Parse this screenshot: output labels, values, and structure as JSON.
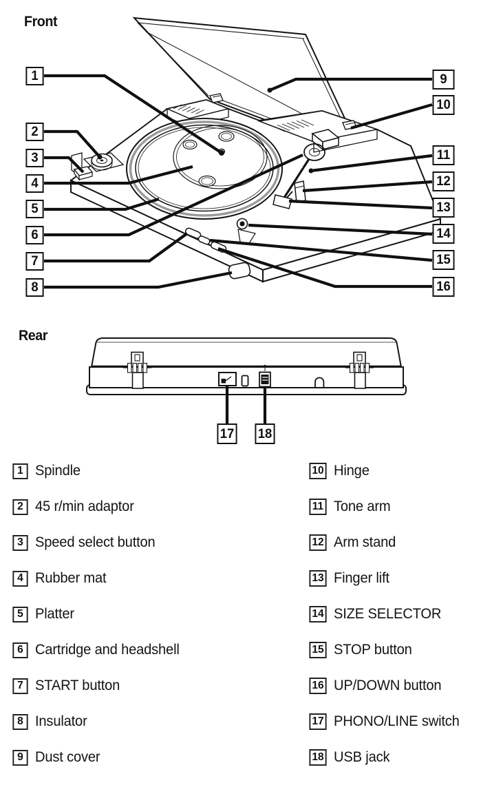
{
  "headings": {
    "front": "Front",
    "rear": "Rear"
  },
  "callouts": {
    "front_left": [
      {
        "num": "1"
      },
      {
        "num": "2"
      },
      {
        "num": "3"
      },
      {
        "num": "4"
      },
      {
        "num": "5"
      },
      {
        "num": "6"
      },
      {
        "num": "7"
      },
      {
        "num": "8"
      }
    ],
    "front_right": [
      {
        "num": "9"
      },
      {
        "num": "10"
      },
      {
        "num": "11"
      },
      {
        "num": "12"
      },
      {
        "num": "13"
      },
      {
        "num": "14"
      },
      {
        "num": "15"
      },
      {
        "num": "16"
      }
    ],
    "rear": [
      {
        "num": "17"
      },
      {
        "num": "18"
      }
    ]
  },
  "legend": {
    "left": [
      {
        "num": "1",
        "label": "Spindle"
      },
      {
        "num": "2",
        "label": "45 r/min adaptor"
      },
      {
        "num": "3",
        "label": "Speed select button"
      },
      {
        "num": "4",
        "label": "Rubber mat"
      },
      {
        "num": "5",
        "label": "Platter"
      },
      {
        "num": "6",
        "label": "Cartridge and headshell"
      },
      {
        "num": "7",
        "label": "START button"
      },
      {
        "num": "8",
        "label": "Insulator"
      },
      {
        "num": "9",
        "label": "Dust cover"
      }
    ],
    "right": [
      {
        "num": "10",
        "label": "Hinge"
      },
      {
        "num": "11",
        "label": "Tone arm"
      },
      {
        "num": "12",
        "label": "Arm stand"
      },
      {
        "num": "13",
        "label": "Finger lift"
      },
      {
        "num": "14",
        "label": "SIZE SELECTOR"
      },
      {
        "num": "15",
        "label": "STOP button"
      },
      {
        "num": "16",
        "label": "UP/DOWN button"
      },
      {
        "num": "17",
        "label": "PHONO/LINE switch"
      },
      {
        "num": "18",
        "label": "USB jack"
      }
    ]
  }
}
